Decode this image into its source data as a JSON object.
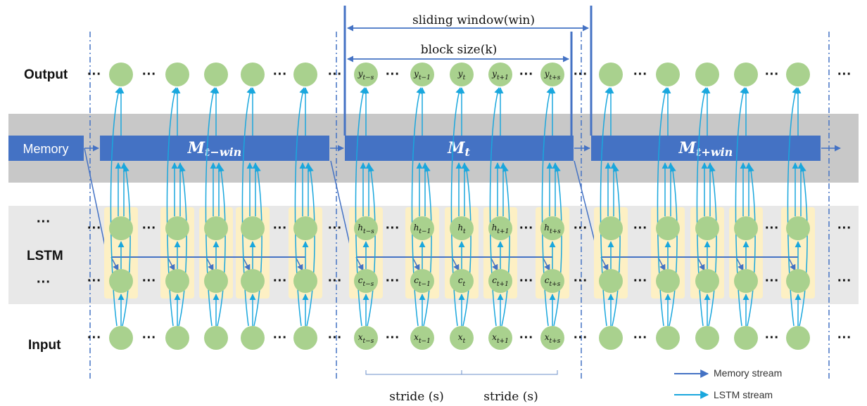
{
  "row_labels": {
    "output": "Output",
    "lstm": "LSTM",
    "input": "Input",
    "lstm_top_dots": "···",
    "lstm_bottom_dots": "···"
  },
  "memory": {
    "label": "Memory",
    "blocks": [
      "M_{t−win}",
      "M_t",
      "M_{t+win}"
    ]
  },
  "annotations": {
    "sliding_window": "sliding window(win)",
    "block_size": "block size(k)",
    "stride": "stride (s)"
  },
  "center_block_labels": {
    "y": [
      "y_{t−s}",
      "y_{t−1}",
      "y_t",
      "y_{t+1}",
      "y_{t+s}"
    ],
    "h": [
      "h_{t−s}",
      "h_{t−1}",
      "h_t",
      "h_{t+1}",
      "h_{t+s}"
    ],
    "c": [
      "c_{t−s}",
      "c_{t−1}",
      "c_t",
      "c_{t+1}",
      "c_{t+s}"
    ],
    "x": [
      "x_{t−s}",
      "x_{t−1}",
      "x_t",
      "x_{t+1}",
      "x_{t+s}"
    ]
  },
  "ellipsis": "···",
  "legend": [
    {
      "label": "Memory stream",
      "color": "#4472c4"
    },
    {
      "label": "LSTM stream",
      "color": "#1aa7dd"
    }
  ],
  "colors": {
    "node": "#a9d18e",
    "memory": "#4472c4",
    "lstm": "#1aa7dd",
    "band": "#c8c8c8",
    "lstm_band": "#e8e8e8",
    "cell_bg": "#fdf0c4"
  }
}
